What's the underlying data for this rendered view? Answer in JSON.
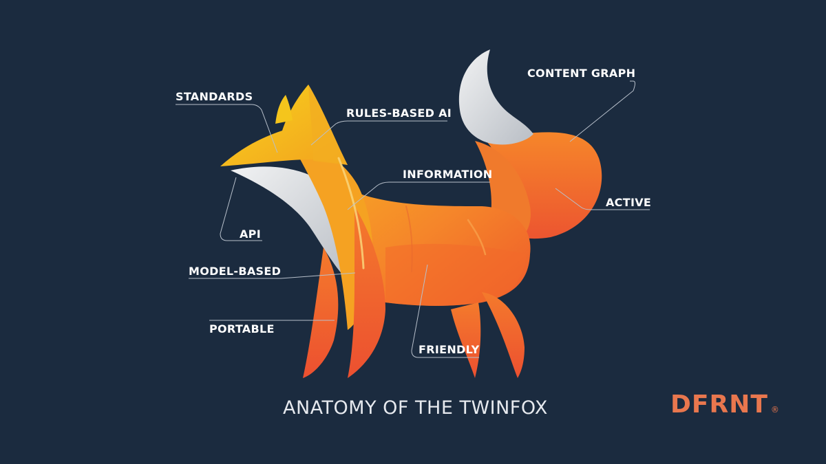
{
  "diagram": {
    "title": "ANATOMY OF THE TWINFOX",
    "labels": {
      "standards": "STANDARDS",
      "rules_based_ai": "RULES-BASED AI",
      "content_graph": "CONTENT GRAPH",
      "information": "INFORMATION",
      "active": "ACTIVE",
      "api": "API",
      "model_based": "MODEL-BASED",
      "portable": "PORTABLE",
      "friendly": "FRIENDLY"
    }
  },
  "brand": {
    "name": "DFRNT",
    "mark": "®"
  },
  "colors": {
    "background": "#1b2b3f",
    "brand_accent": "#e9774e",
    "fox_yellow": "#f2c21a",
    "fox_orange": "#f5901f",
    "fox_red": "#ee5a2b",
    "fox_white": "#e6e8ea"
  }
}
